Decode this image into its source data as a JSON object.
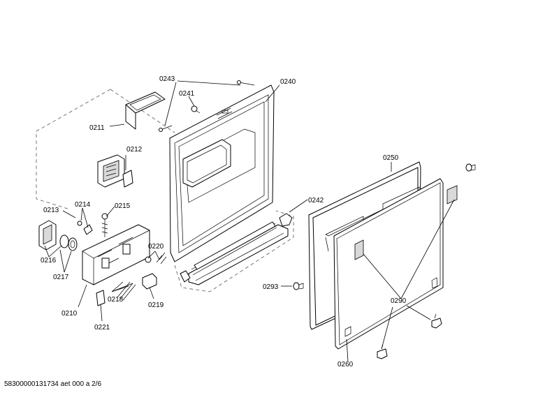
{
  "diagram": {
    "labels": {
      "p0243": "0243",
      "p0240": "0240",
      "p0241": "0241",
      "p0211": "0211",
      "p0212": "0212",
      "p0213": "0213",
      "p0214": "0214",
      "p0215": "0215",
      "p0216": "0216",
      "p0217": "0217",
      "p0210": "0210",
      "p0218": "0218",
      "p0219": "0219",
      "p0220": "0220",
      "p0221": "0221",
      "p0242": "0242",
      "p0250": "0250",
      "p0293": "0293",
      "p0290": "0290",
      "p0260": "0260"
    }
  },
  "footer": {
    "doc_ref": "58300000131734 aet 000 a 2/6"
  }
}
